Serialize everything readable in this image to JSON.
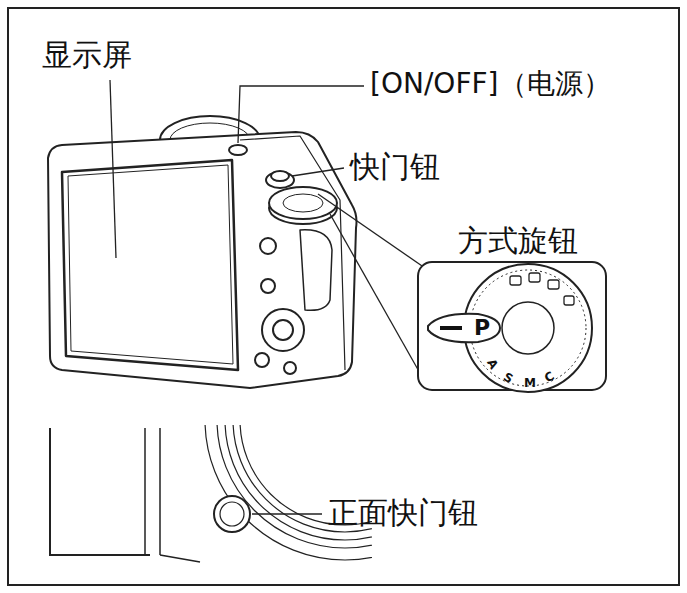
{
  "diagram": {
    "labels": [
      "显示屏",
      "[ON/OFF]（电源）",
      "快门钮",
      "方式旋钮",
      "P",
      "A",
      "S",
      "M",
      "C",
      "正面快门钮"
    ]
  }
}
